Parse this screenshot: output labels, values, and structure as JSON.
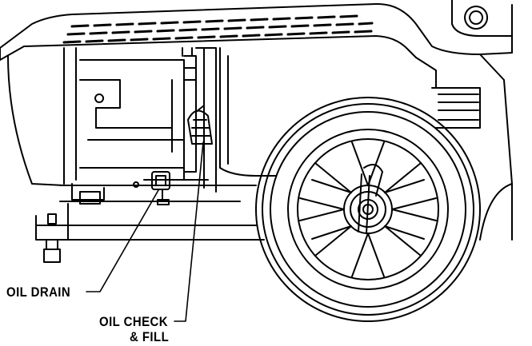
{
  "callouts": {
    "oil_drain": "OIL DRAIN",
    "oil_check_line1": "OIL CHECK",
    "oil_check_line2": "& FILL"
  },
  "colors": {
    "line": "#000000",
    "background": "#ffffff"
  }
}
